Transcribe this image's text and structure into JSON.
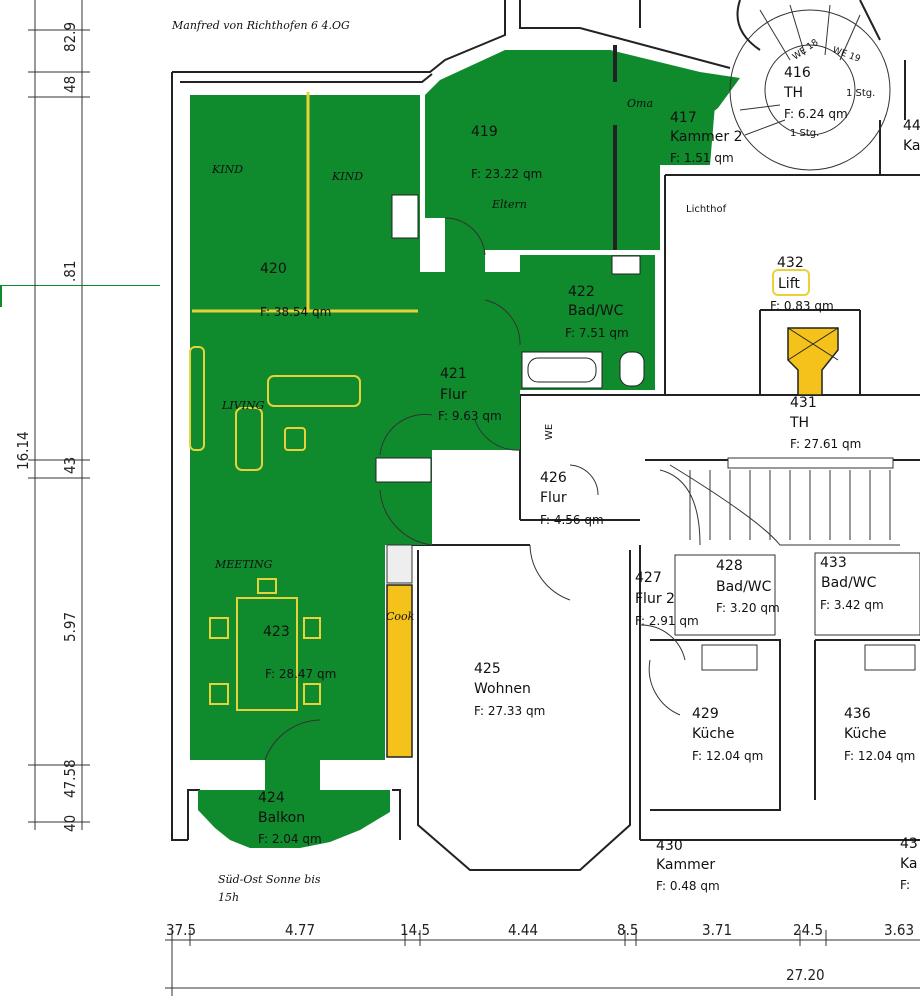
{
  "colors": {
    "room_green": "#0f8a2c",
    "accent_yellow": "#f4c21a",
    "outline_yellow": "#e8d23a",
    "wall": "#222222"
  },
  "title": "Manfred von Richthofen 6 4.OG",
  "notes": {
    "sun_line1": "Süd-Ost Sonne bis",
    "sun_line2": "15h",
    "lichthof": "Lichthof",
    "we_corridor": "WE",
    "stair_we18": "WE 18",
    "stair_we19": "WE 19",
    "stair_1stg_a": "1 Stg.",
    "stair_1stg_b": "1 Stg."
  },
  "handwritten": {
    "kind1": "KIND",
    "kind2": "KIND",
    "living": "LIVING",
    "meeting": "MEETING",
    "eltern": "Eltern",
    "oma": "Oma",
    "cook": "Cook"
  },
  "rooms": {
    "r419": {
      "num": "419",
      "name": "",
      "area": "F:  23.22  qm"
    },
    "r420": {
      "num": "420",
      "name": "",
      "area": "F:  38.54  qm"
    },
    "r417": {
      "num": "417",
      "name": "Kammer 2",
      "area": "F:  1.51  qm"
    },
    "r416": {
      "num": "416",
      "name": "TH",
      "area": "F:  6.24  qm"
    },
    "r422": {
      "num": "422",
      "name": "Bad/WC",
      "area": "F:  7.51  qm"
    },
    "r421": {
      "num": "421",
      "name": "Flur",
      "area": "F:  9.63  qm"
    },
    "r432": {
      "num": "432",
      "name": "Lift",
      "area": "F:  0.83  qm"
    },
    "r431": {
      "num": "431",
      "name": "TH",
      "area": "F:  27.61  qm"
    },
    "r426": {
      "num": "426",
      "name": "Flur",
      "area": "F:  4.56  qm"
    },
    "r427": {
      "num": "427",
      "name": "Flur 2",
      "area": "F:  2.91  qm"
    },
    "r428": {
      "num": "428",
      "name": "Bad/WC",
      "area": "F:  3.20  qm"
    },
    "r433": {
      "num": "433",
      "name": "Bad/WC",
      "area": "F:  3.42  qm"
    },
    "r423": {
      "num": "423",
      "name": "",
      "area": "F:  28.47  qm"
    },
    "r425": {
      "num": "425",
      "name": "Wohnen",
      "area": "F:  27.33  qm"
    },
    "r429": {
      "num": "429",
      "name": "Küche",
      "area": "F:  12.04  qm"
    },
    "r436": {
      "num": "436",
      "name": "Küche",
      "area": "F:  12.04  qm"
    },
    "r424": {
      "num": "424",
      "name": "Balkon",
      "area": "F:  2.04  qm"
    },
    "r430": {
      "num": "430",
      "name": "Kammer",
      "area": "F:  0.48  qm"
    },
    "r44x": {
      "num": "44",
      "name": "Ka",
      "area": ""
    },
    "r43x": {
      "num": "43",
      "name": "Ka",
      "area": "F:"
    }
  },
  "vertical_dims": {
    "d1": "82.9",
    "d2": "48",
    "d3": ".81",
    "d4": "16.14",
    "d5": "43",
    "d6": "5.97",
    "d7": "40",
    "d8": "47.58"
  },
  "horizontal_dims": {
    "h1": "37.5",
    "h2": "4.77",
    "h3": "14.5",
    "h4": "4.44",
    "h5": "8.5",
    "h6": "3.71",
    "h7": "24.5",
    "h8": "3.63",
    "total": "27.20"
  }
}
